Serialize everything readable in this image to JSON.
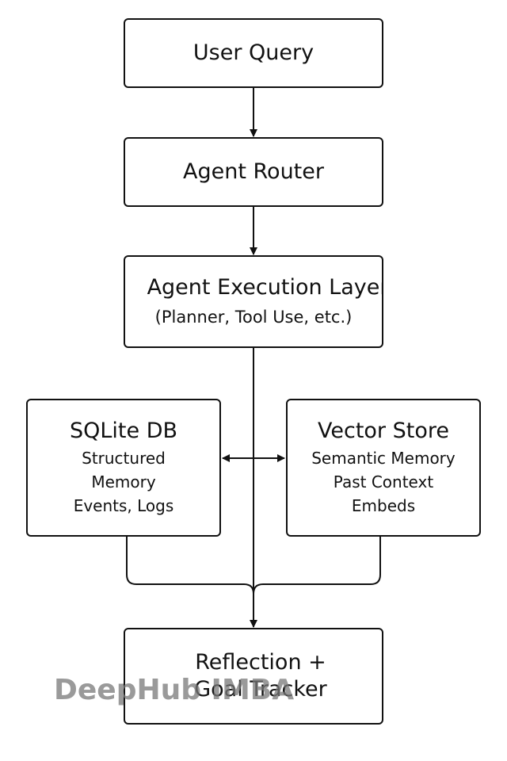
{
  "nodes": {
    "user_query": {
      "label": "User Query"
    },
    "agent_router": {
      "label": "Agent Router"
    },
    "execution": {
      "label": "Agent Execution Layer",
      "sublabel": "(Planner, Tool Use, etc.)"
    },
    "sqlite": {
      "label": "SQLite DB",
      "lines": [
        "Structured",
        "Memory",
        "Events, Logs"
      ]
    },
    "vector": {
      "label": "Vector Store",
      "lines": [
        "Semantic Memory",
        "Past Context",
        "Embeds"
      ]
    },
    "reflection": {
      "label": "Reflection +",
      "label2": "Goal Tracker"
    }
  },
  "edges": [
    {
      "from": "user_query",
      "to": "agent_router",
      "type": "arrow"
    },
    {
      "from": "agent_router",
      "to": "execution",
      "type": "arrow"
    },
    {
      "from": "execution",
      "to": "reflection",
      "type": "arrow"
    },
    {
      "from": "sqlite",
      "to": "vector",
      "type": "double-arrow"
    },
    {
      "from": "sqlite",
      "to": "reflection",
      "type": "merge"
    },
    {
      "from": "vector",
      "to": "reflection",
      "type": "merge"
    }
  ],
  "watermark": "DeepHub IMBA",
  "colors": {
    "stroke": "#111111",
    "background": "#ffffff",
    "watermark": "#787878"
  }
}
